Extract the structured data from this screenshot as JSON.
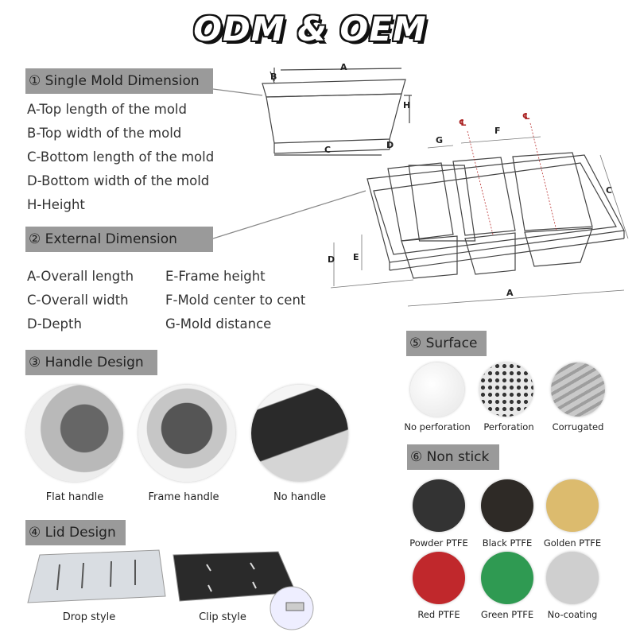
{
  "title": "ODM & OEM",
  "sections": {
    "single": {
      "header": "① Single Mold Dimension",
      "items": [
        "A-Top length of the mold",
        "B-Top width of the mold",
        "C-Bottom length of the mold",
        "D-Bottom width of the mold",
        "H-Height"
      ]
    },
    "external": {
      "header": "② External Dimension",
      "col1": [
        "A-Overall length",
        "C-Overall width",
        "D-Depth"
      ],
      "col2": [
        "E-Frame height",
        "F-Mold center to cent",
        "G-Mold distance"
      ]
    },
    "handle": {
      "header": "③ Handle Design",
      "options": [
        "Flat handle",
        "Frame handle",
        "No handle"
      ]
    },
    "lid": {
      "header": "④ Lid Design",
      "options": [
        "Drop style",
        "Clip style"
      ]
    },
    "surface": {
      "header": "⑤ Surface",
      "options": [
        "No perforation",
        "Perforation",
        "Corrugated"
      ]
    },
    "nonstick": {
      "header": "⑥ Non stick",
      "options": [
        {
          "label": "Powder PTFE",
          "color": "#333333"
        },
        {
          "label": "Black PTFE",
          "color": "#2e2a26"
        },
        {
          "label": "Golden PTFE",
          "color": "#dcbb6e"
        },
        {
          "label": "Red PTFE",
          "color": "#c0282c"
        },
        {
          "label": "Green PTFE",
          "color": "#2f9a52"
        },
        {
          "label": "No-coating",
          "color": "#cfcfcf"
        }
      ]
    }
  },
  "diagram": {
    "single_labels": {
      "a": "A",
      "b": "B",
      "c": "C",
      "d": "D",
      "h": "H"
    },
    "tray_labels": {
      "a": "A",
      "c": "C",
      "d": "D",
      "e": "E",
      "f": "F",
      "g": "G",
      "cl": "℄"
    }
  }
}
